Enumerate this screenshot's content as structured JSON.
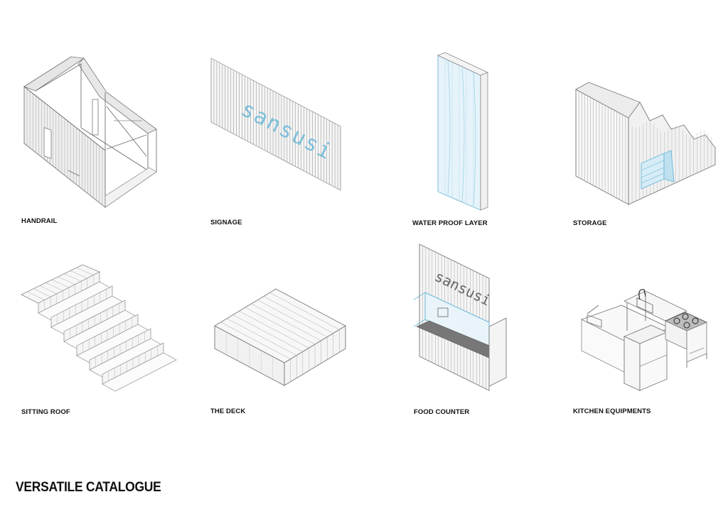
{
  "title": "VERSATILE CATALOGUE",
  "items": [
    {
      "label": "HANDRAIL"
    },
    {
      "label": "SIGNAGE",
      "sign_text": "sansusi"
    },
    {
      "label": "WATER PROOF LAYER"
    },
    {
      "label": "STORAGE"
    },
    {
      "label": "SITTING ROOF"
    },
    {
      "label": "THE DECK"
    },
    {
      "label": "FOOD COUNTER",
      "sign_text": "sansusi"
    },
    {
      "label": "KITCHEN EQUIPMENTS"
    }
  ],
  "colors": {
    "line": "#8a8a8a",
    "accent": "#6bb8d8",
    "panel": "#f3f3f3"
  }
}
